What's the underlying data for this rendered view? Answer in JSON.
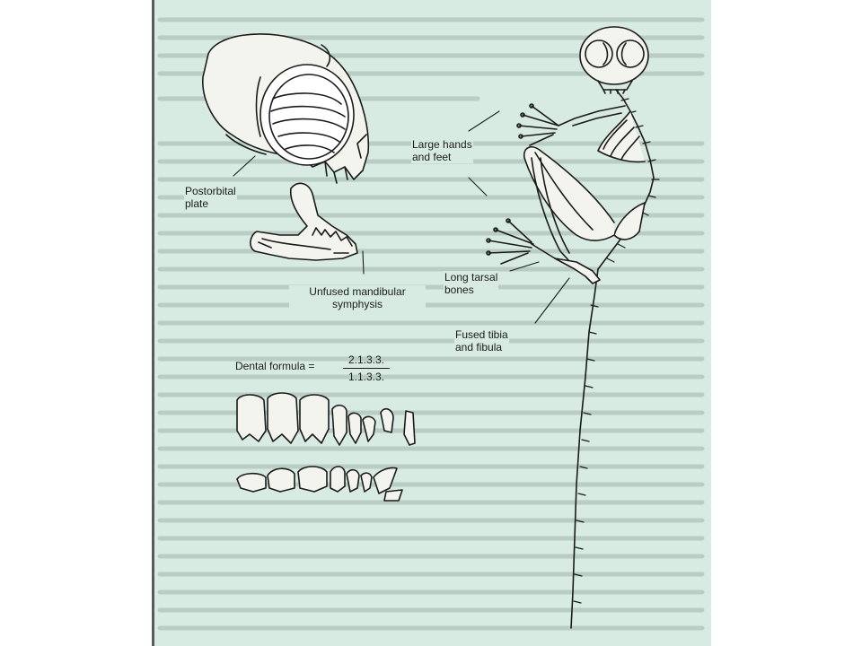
{
  "figure": {
    "labels": {
      "postorbital": "Postorbital\nplate",
      "mandibular": "Unfused mandibular\nsymphysis",
      "hands_feet": "Large hands\nand feet",
      "tarsal": "Long tarsal\nbones",
      "tibia": "Fused tibia\nand fibula"
    },
    "dental_formula": {
      "label": "Dental formula =",
      "upper": "2.1.3.3.",
      "lower": "1.1.3.3."
    }
  },
  "colors": {
    "page_background": "#d7ebe2",
    "ink": "#1b1b1b",
    "faint_text": "#b9cdc4"
  }
}
